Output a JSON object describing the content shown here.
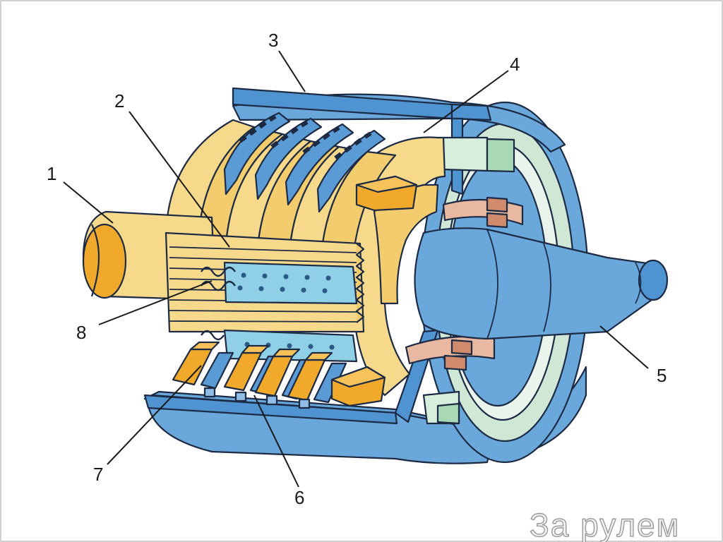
{
  "diagram": {
    "callouts": [
      {
        "id": "1",
        "label": "1"
      },
      {
        "id": "2",
        "label": "2"
      },
      {
        "id": "3",
        "label": "3"
      },
      {
        "id": "4",
        "label": "4"
      },
      {
        "id": "5",
        "label": "5"
      },
      {
        "id": "6",
        "label": "6"
      },
      {
        "id": "7",
        "label": "7"
      },
      {
        "id": "8",
        "label": "8"
      }
    ]
  },
  "watermark": {
    "text": "За рулем"
  },
  "colors": {
    "housing_blue": "#5b9bd5",
    "outline": "#1c2a44",
    "hub_yellow": "#f7d98b",
    "plate_orange": "#f0a92a",
    "bearing_green": "#cfe8d6",
    "seal_pink": "#e8b9a0",
    "spring_blue": "#8fd0e6"
  }
}
